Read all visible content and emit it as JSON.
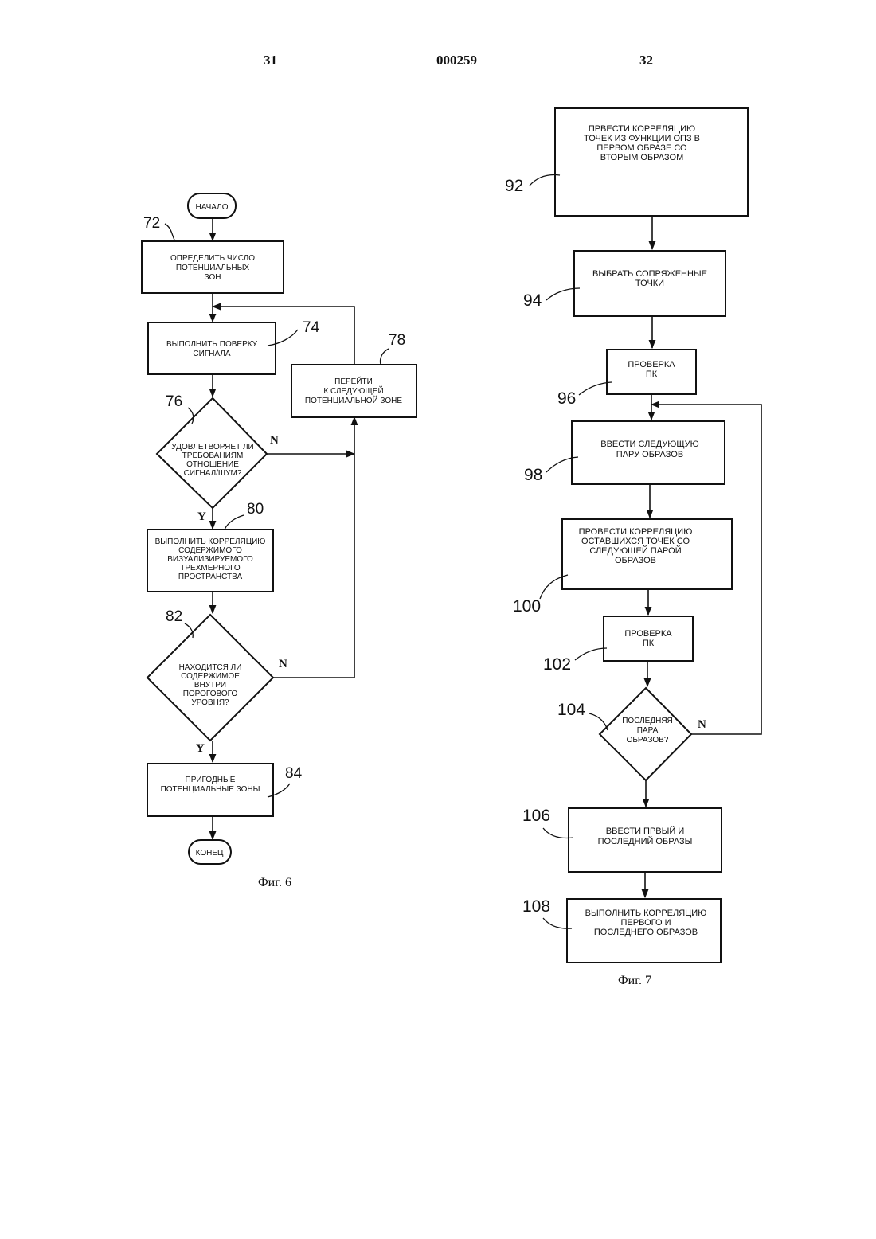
{
  "header": {
    "page_left": "31",
    "doc_number": "000259",
    "page_right": "32"
  },
  "fig6": {
    "caption": "Фиг. 6",
    "start": "НАЧАЛО",
    "end": "КОНЕЦ",
    "b72": {
      "ref": "72",
      "lines": [
        "ОПРЕДЕЛИТЬ ЧИСЛО",
        "ПОТЕНЦИАЛЬНЫХ",
        "ЗОН"
      ]
    },
    "b74": {
      "ref": "74",
      "lines": [
        "ВЫПОЛНИТЬ ПОВЕРКУ",
        "СИГНАЛА"
      ]
    },
    "d76": {
      "ref": "76",
      "lines": [
        "УДОВЛЕТВОРЯЕТ ЛИ",
        "ТРЕБОВАНИЯМ",
        "ОТНОШЕНИЕ",
        "СИГНАЛ/ШУМ?"
      ]
    },
    "b78": {
      "ref": "78",
      "lines": [
        "ПЕРЕЙТИ",
        "К СЛЕДУЮЩЕЙ",
        "ПОТЕНЦИАЛЬНОЙ ЗОНЕ"
      ]
    },
    "b80": {
      "ref": "80",
      "lines": [
        "ВЫПОЛНИТЬ КОРРЕЛЯЦИЮ",
        "СОДЕРЖИМОГО",
        "ВИЗУАЛИЗИРУЕМОГО",
        "ТРЕХМЕРНОГО",
        "ПРОСТРАНСТВА"
      ]
    },
    "d82": {
      "ref": "82",
      "lines": [
        "НАХОДИТСЯ ЛИ",
        "СОДЕРЖИМОЕ",
        "ВНУТРИ",
        "ПОРОГОВОГО",
        "УРОВНЯ?"
      ]
    },
    "b84": {
      "ref": "84",
      "lines": [
        "ПРИГОДНЫЕ",
        "ПОТЕНЦИАЛЬНЫЕ ЗОНЫ"
      ]
    },
    "yes": "Y",
    "no": "N"
  },
  "fig7": {
    "caption": "Фиг. 7",
    "b92": {
      "ref": "92",
      "lines": [
        "ПРВЕСТИ КОРРЕЛЯЦИЮ",
        "ТОЧЕК ИЗ ФУНКЦИИ ОПЗ В",
        "ПЕРВОМ ОБРАЗЕ СО",
        "ВТОРЫМ ОБРАЗОМ"
      ]
    },
    "b94": {
      "ref": "94",
      "lines": [
        "ВЫБРАТЬ СОПРЯЖЕННЫЕ",
        "ТОЧКИ"
      ]
    },
    "b96": {
      "ref": "96",
      "lines": [
        "ПРОВЕРКА",
        "ПК"
      ]
    },
    "b98": {
      "ref": "98",
      "lines": [
        "ВВЕСТИ СЛЕДУЮЩУЮ",
        "ПАРУ ОБРАЗОВ"
      ]
    },
    "b100": {
      "ref": "100",
      "lines": [
        "ПРОВЕСТИ КОРРЕЛЯЦИЮ",
        "ОСТАВШИХСЯ ТОЧЕК СО",
        "СЛЕДУЮЩЕЙ ПАРОЙ",
        "ОБРАЗОВ"
      ]
    },
    "b102": {
      "ref": "102",
      "lines": [
        "ПРОВЕРКА",
        "ПК"
      ]
    },
    "d104": {
      "ref": "104",
      "lines": [
        "ПОСЛЕДНЯЯ",
        "ПАРА",
        "ОБРАЗОВ?"
      ]
    },
    "b106": {
      "ref": "106",
      "lines": [
        "ВВЕСТИ ПРВЫЙ И",
        "ПОСЛЕДНИЙ ОБРАЗЫ"
      ]
    },
    "b108": {
      "ref": "108",
      "lines": [
        "ВЫПОЛНИТЬ КОРРЕЛЯЦИЮ",
        "ПЕРВОГО И",
        "ПОСЛЕДНЕГО ОБРАЗОВ"
      ]
    },
    "no": "N"
  }
}
